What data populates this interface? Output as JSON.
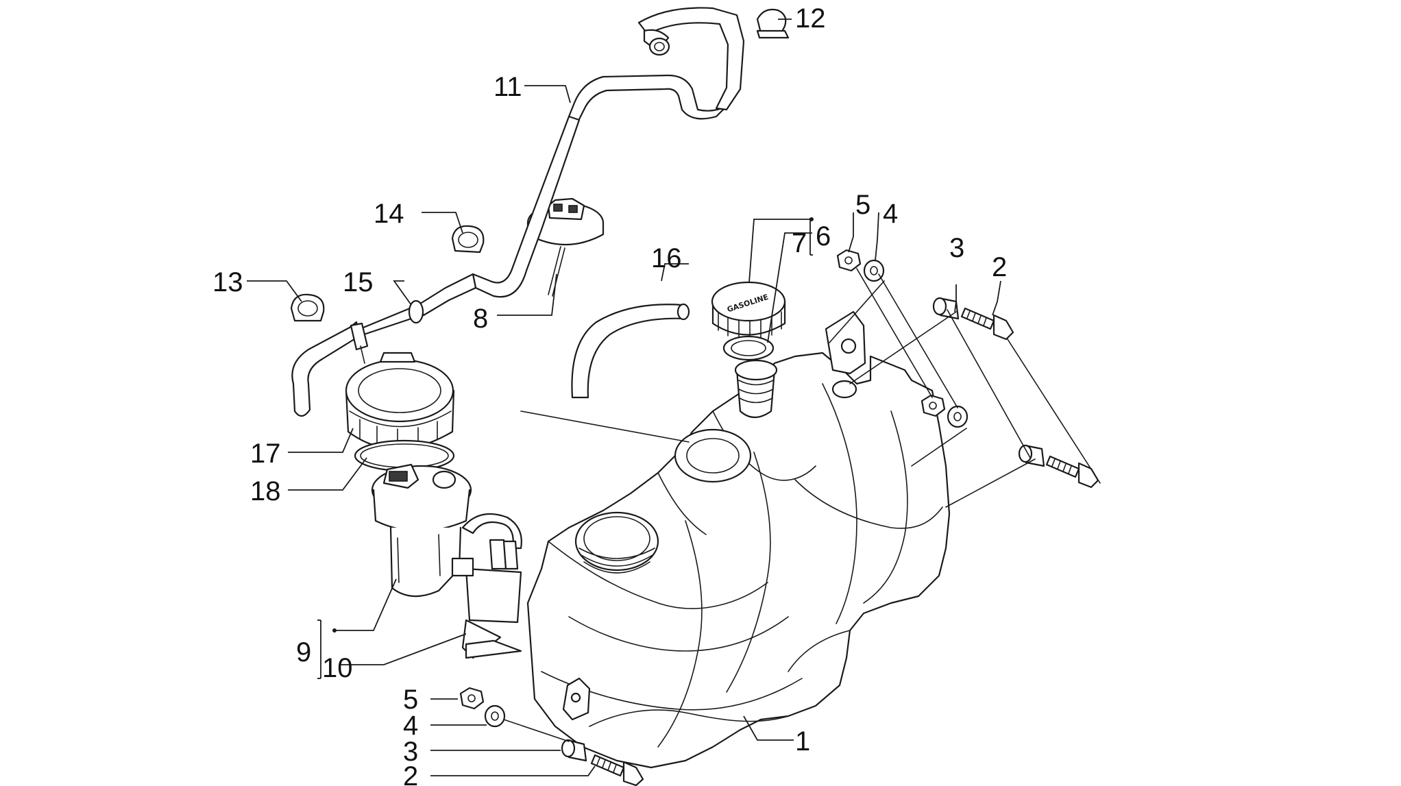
{
  "callouts": {
    "n1": "1",
    "n2a": "2",
    "n2b": "2",
    "n3a": "3",
    "n3b": "3",
    "n4a": "4",
    "n4b": "4",
    "n5a": "5",
    "n5b": "5",
    "n6": "6",
    "n7": "7",
    "n8": "8",
    "n9": "9",
    "n10": "10",
    "n11": "11",
    "n12": "12",
    "n13": "13",
    "n14": "14",
    "n15": "15",
    "n16": "16",
    "n17": "17",
    "n18": "18"
  },
  "cap_marking": "GASOLINE",
  "colors": {
    "line": "#1a1a1a",
    "background": "#ffffff"
  }
}
